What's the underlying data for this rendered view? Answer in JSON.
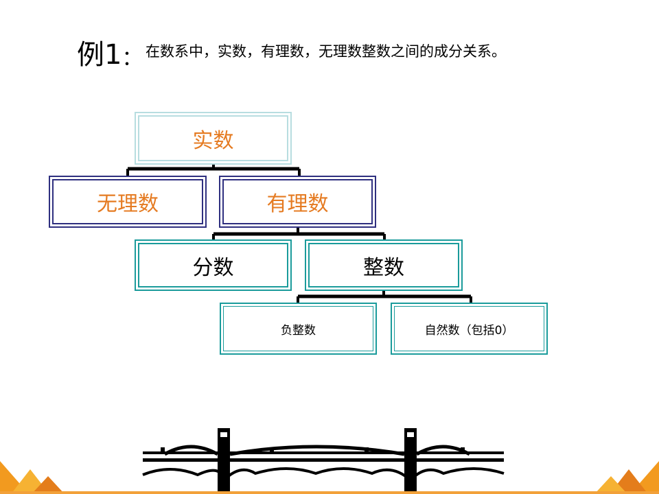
{
  "heading": {
    "label": "例1",
    "colon": "：",
    "text": "在数系中，实数，有理数，无理数整数之间的成分关系。"
  },
  "diagram": {
    "nodes": {
      "real": "实数",
      "irrational": "无理数",
      "rational": "有理数",
      "fraction": "分数",
      "integer": "整数",
      "negative_integer": "负整数",
      "natural": "自然数（包括0）"
    }
  },
  "colors": {
    "accent_text": "#e57b22",
    "navy_border": "#2e2f7f",
    "teal_border": "#1a9b9b",
    "light_border": "#b7dde0",
    "corner_orange": "#f29a1f"
  },
  "decorations": [
    "bridge-illustration",
    "corner-triangles"
  ]
}
